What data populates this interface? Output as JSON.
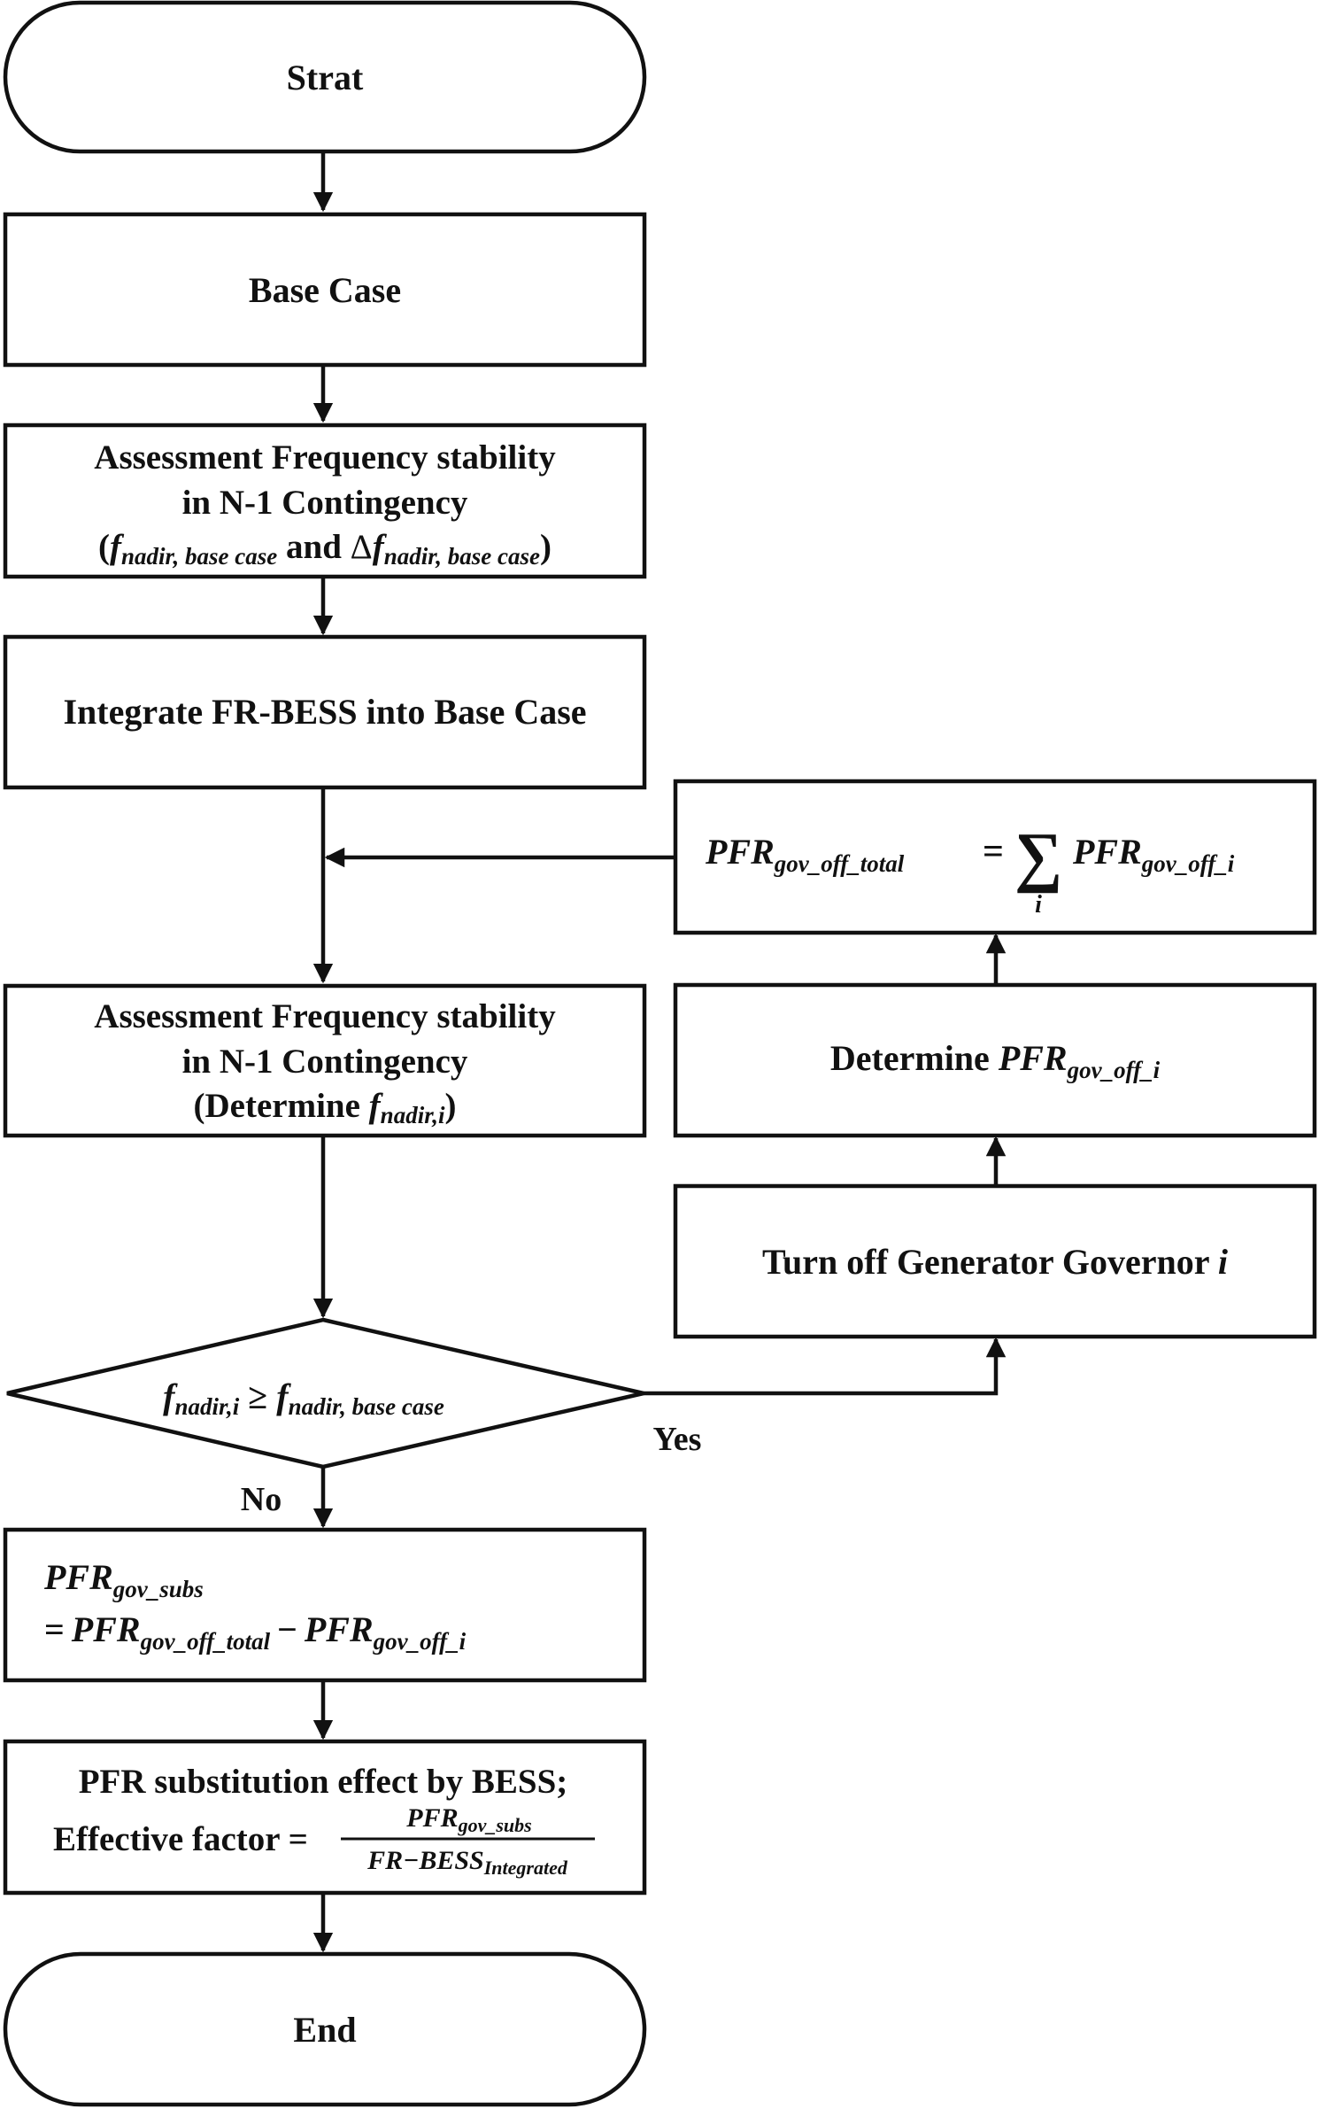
{
  "colors": {
    "stroke": "#111111",
    "background": "#ffffff",
    "text": "#111111"
  },
  "nodes": {
    "start": {
      "label": "Strat"
    },
    "base_case": {
      "label": "Base Case"
    },
    "assess1": {
      "line1": "Assessment Frequency stability",
      "line2": "in N-1 Contingency",
      "open": "(",
      "f": "f",
      "sub_base": "nadir, base case",
      "and": " and ",
      "delta": "Δ",
      "close": ")"
    },
    "integrate": {
      "label": "Integrate FR-BESS into Base Case"
    },
    "assess2": {
      "line1": "Assessment Frequency stability",
      "line2": "in N-1 Contingency",
      "prefix": "(Determine ",
      "f": "f",
      "sub": "nadir,i",
      "close": ")"
    },
    "decision": {
      "f": "f",
      "sub_i": "nadir,i",
      "op": " ≥ ",
      "sub_base": "nadir, base case"
    },
    "turn_off": {
      "text": "Turn off Generator Governor ",
      "i": "i"
    },
    "determine": {
      "text": "Determine ",
      "pfr": "PFR",
      "sub": "gov_off_i"
    },
    "sum_box": {
      "pfr": "PFR",
      "sub_total": "gov_off_total",
      "eq": "=",
      "sigma": "∑",
      "index": "i",
      "sub_i": "gov_off_i"
    },
    "subs_box": {
      "pfr": "PFR",
      "sub_subs": "gov_subs",
      "eq": "=",
      "sub_total": "gov_off_total",
      "minus": "−",
      "sub_i": "gov_off_i"
    },
    "effect": {
      "line1": "PFR substitution effect by BESS;",
      "label": "Effective factor =",
      "num_pfr": "PFR",
      "num_sub": "gov_subs",
      "den_main": "FR−BESS",
      "den_sub": "Integrated"
    },
    "end": {
      "label": "End"
    }
  },
  "edges": {
    "yes_label": "Yes",
    "no_label": "No"
  }
}
